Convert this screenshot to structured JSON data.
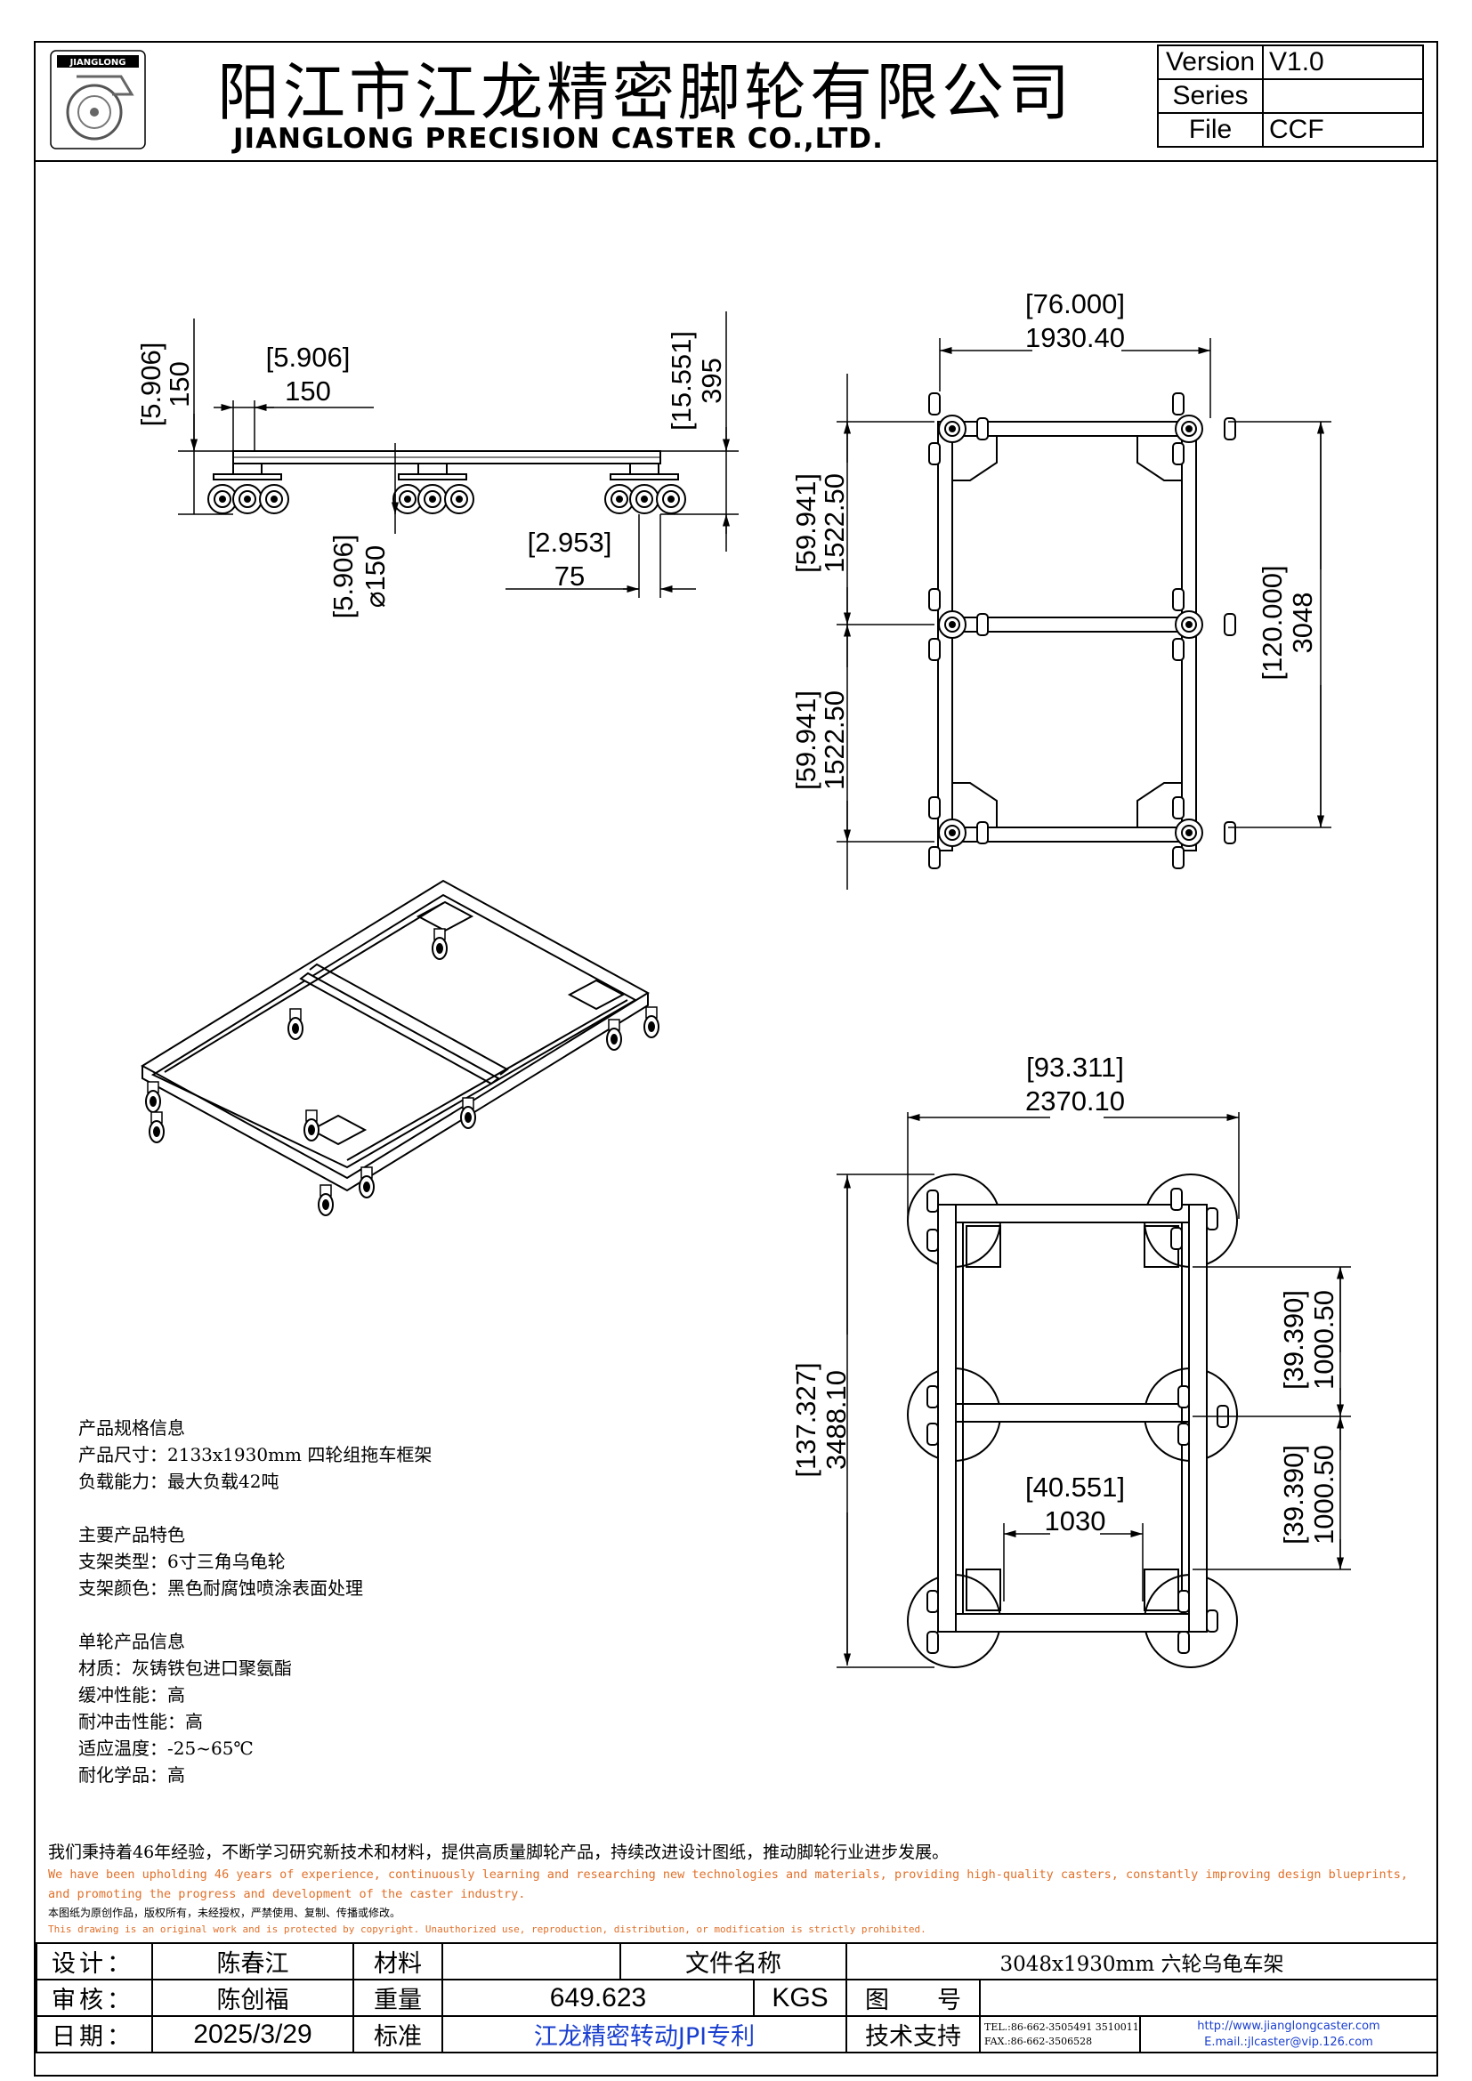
{
  "header": {
    "logo_text": "JIANGLONG",
    "company_cn": "阳江市江龙精密脚轮有限公司",
    "company_en": "JIANGLONG PRECISION CASTER CO.,LTD.",
    "version_label": "Version",
    "version_value": "V1.0",
    "series_label": "Series",
    "series_value": "",
    "file_label": "File",
    "file_value": "CCF"
  },
  "dims": {
    "side_h1_in": "[5.906]",
    "side_h1_mm": "150",
    "side_w_in": "[5.906]",
    "side_w_mm": "150",
    "side_total_in": "[15.551]",
    "side_total_mm": "395",
    "wheel_d_in": "[5.906]",
    "wheel_d_mm": "⌀150",
    "offset_in": "[2.953]",
    "offset_mm": "75",
    "top_w_in": "[76.000]",
    "top_w_mm": "1930.40",
    "top_seg1_in": "[59.941]",
    "top_seg1_mm": "1522.50",
    "top_seg2_in": "[59.941]",
    "top_seg2_mm": "1522.50",
    "top_len_in": "[120.000]",
    "top_len_mm": "3048",
    "bot_w_in": "[93.311]",
    "bot_w_mm": "2370.10",
    "bot_len_in": "[137.327]",
    "bot_len_mm": "3488.10",
    "bot_seg1_in": "[39.390]",
    "bot_seg1_mm": "1000.50",
    "bot_seg2_in": "[39.390]",
    "bot_seg2_mm": "1000.50",
    "bot_inner_in": "[40.551]",
    "bot_inner_mm": "1030"
  },
  "specs": {
    "s1_title": "产品规格信息",
    "s1_l1": "产品尺寸：2133x1930mm 四轮组拖车框架",
    "s1_l2": "负载能力：最大负载42吨",
    "s2_title": "主要产品特色",
    "s2_l1": "支架类型：6寸三角乌龟轮",
    "s2_l2": "支架颜色：黑色耐腐蚀喷涂表面处理",
    "s3_title": "单轮产品信息",
    "s3_l1": "材质：灰铸铁包进口聚氨酯",
    "s3_l2": "缓冲性能：高",
    "s3_l3": "耐冲击性能：高",
    "s3_l4": "适应温度：-25~65℃",
    "s3_l5": "耐化学品：高"
  },
  "notes": {
    "cn1": "我们秉持着46年经验，不断学习研究新技术和材料，提供高质量脚轮产品，持续改进设计图纸，推动脚轮行业进步发展。",
    "en1a": "We have been upholding 46 years of experience, continuously learning and researching new technologies and materials, providing high-quality casters, constantly improving design blueprints,",
    "en1b": "and promoting the progress and development of the caster industry.",
    "cn2": "本图纸为原创作品，版权所有，未经授权，严禁使用、复制、传播或修改。",
    "en2": "This drawing is an original work and is protected by copyright. Unauthorized use, reproduction, distribution, or modification is strictly prohibited."
  },
  "titleblock": {
    "design_label": "设计：",
    "design_value": "陈春江",
    "material_label": "材料",
    "material_value": "",
    "filename_label": "文件名称",
    "filename_value": "3048x1930mm 六轮乌龟车架",
    "review_label": "审核：",
    "review_value": "陈创福",
    "weight_label": "重量",
    "weight_value": "649.623",
    "weight_unit": "KGS",
    "drawing_label": "图　　号",
    "drawing_value": "",
    "date_label": "日期：",
    "date_value": "2025/3/29",
    "standard_label": "标准",
    "standard_value": "江龙精密转动JPI专利",
    "tech_label": "技术支持",
    "tel": "TEL.:86-662-3505491 3510011",
    "fax": "FAX.:86-662-3506528",
    "web": "http://www.jianglongcaster.com",
    "email": "E.mail.:jlcaster@vip.126.com"
  }
}
